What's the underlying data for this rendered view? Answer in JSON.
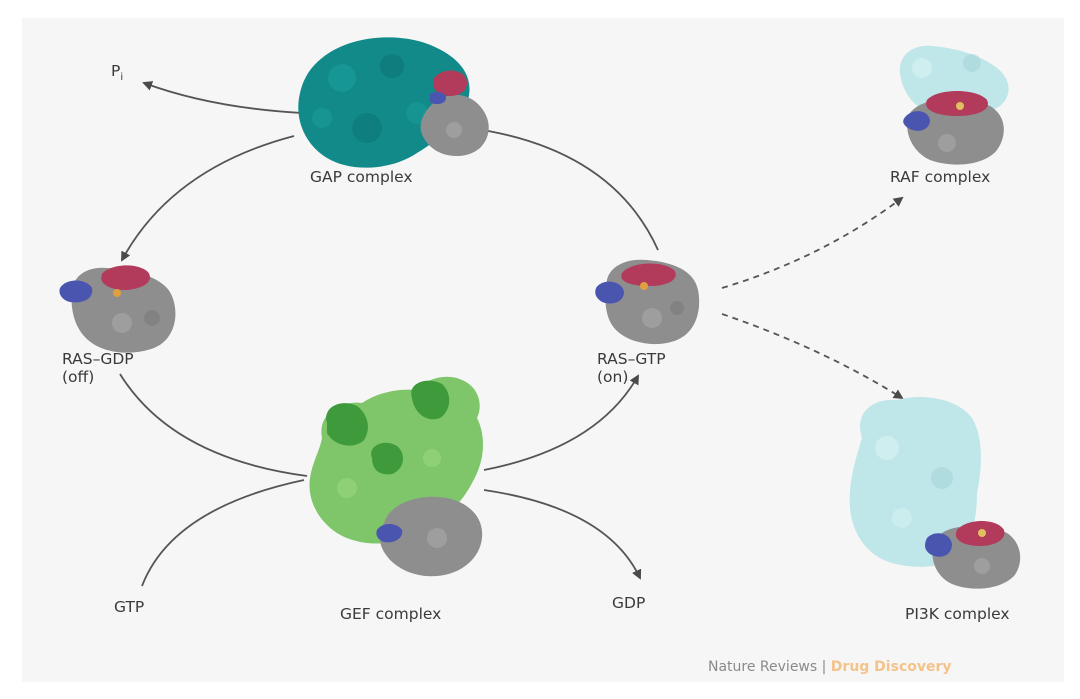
{
  "labels": {
    "pi_p": "P",
    "pi_sub": "i",
    "gap": "GAP complex",
    "raf": "RAF complex",
    "ras_gdp_1": "RAS–GDP",
    "ras_gdp_2": "(off)",
    "ras_gtp_1": "RAS–GTP",
    "ras_gtp_2": "(on)",
    "gtp": "GTP",
    "gef": "GEF complex",
    "gdp": "GDP",
    "pi3k": "PI3K complex"
  },
  "credit": {
    "journal": "Nature Reviews",
    "separator": " | ",
    "section": "Drug Discovery"
  },
  "colors": {
    "gap_teal": "#128a8a",
    "ras_gray": "#8e8e8e",
    "switch_red": "#b23a5a",
    "ras_blue": "#4a55b0",
    "gef_green": "#7fc66a",
    "gef_dark_green": "#3f9a3c",
    "effector_cyan": "#bfe6e8",
    "credit_orange": "#f4c38a"
  }
}
